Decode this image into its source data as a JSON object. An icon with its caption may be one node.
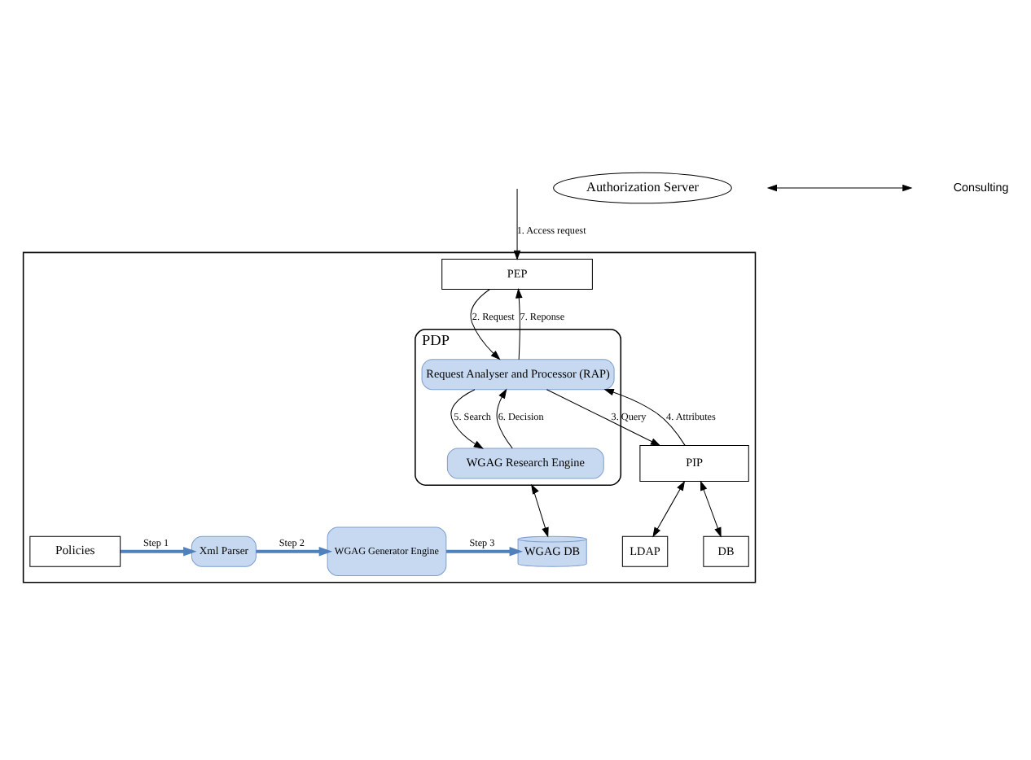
{
  "diagram": {
    "nodes": [
      {
        "text": [],
        "shape": "box"
      },
      {
        "text": [
          "Authorization Server"
        ]
      },
      {
        "text": [
          "PEP"
        ],
        "in": 0
      },
      {
        "text": [
          "PDP"
        ],
        "in": 0
      },
      {
        "text": [
          "Request Analyser and Processor (RAP)"
        ],
        "in": 3
      },
      {
        "text": [
          "WGAG Research Engine"
        ],
        "in": 3
      },
      {
        "text": [
          "PIP"
        ],
        "in": 0
      },
      {
        "text": [
          "LDAP"
        ],
        "in": 0
      },
      {
        "text": [
          "DB"
        ],
        "in": 0
      },
      {
        "text": [
          "WGAG DB"
        ],
        "in": 0
      },
      {
        "text": [
          "WGAG Generator Engine"
        ],
        "in": 0
      },
      {
        "text": [
          "Xml Parser"
        ],
        "in": 0
      },
      {
        "text": [
          "Policies"
        ],
        "in": 0
      }
    ],
    "edges": [
      {
        "from": null,
        "to": 2,
        "arrow": "to",
        "label": "1. Access request"
      },
      {
        "from": 2,
        "to": 4,
        "arrow": "to",
        "label": "2. Request"
      },
      {
        "from": 4,
        "to": 2,
        "arrow": "to",
        "label": "7. Reponse"
      },
      {
        "from": 4,
        "to": 6,
        "arrow": "to",
        "label": "3. Query"
      },
      {
        "from": 6,
        "to": 4,
        "arrow": "to",
        "label": "4. Attributes"
      },
      {
        "from": 4,
        "to": 5,
        "arrow": "to",
        "label": "5. Search"
      },
      {
        "from": 5,
        "to": 4,
        "arrow": "to",
        "label": "6. Decision"
      },
      {
        "from": 6,
        "to": 7,
        "arrow": "both"
      },
      {
        "from": 6,
        "to": 8,
        "arrow": "both"
      },
      {
        "from": 3,
        "to": 9,
        "arrow": "both"
      },
      {
        "from": 12,
        "to": 11,
        "arrow": "to",
        "label": "Step 1",
        "style": "thick",
        "color": "#4f81bd"
      },
      {
        "from": 11,
        "to": 10,
        "arrow": "to",
        "label": "Step 2",
        "style": "thick",
        "color": "#4f81bd"
      },
      {
        "from": 10,
        "to": 9,
        "arrow": "to",
        "label": "Step 3",
        "style": "thick",
        "color": "#4f81bd"
      }
    ],
    "legend": [
      {
        "text": "Consulting"
      }
    ]
  }
}
